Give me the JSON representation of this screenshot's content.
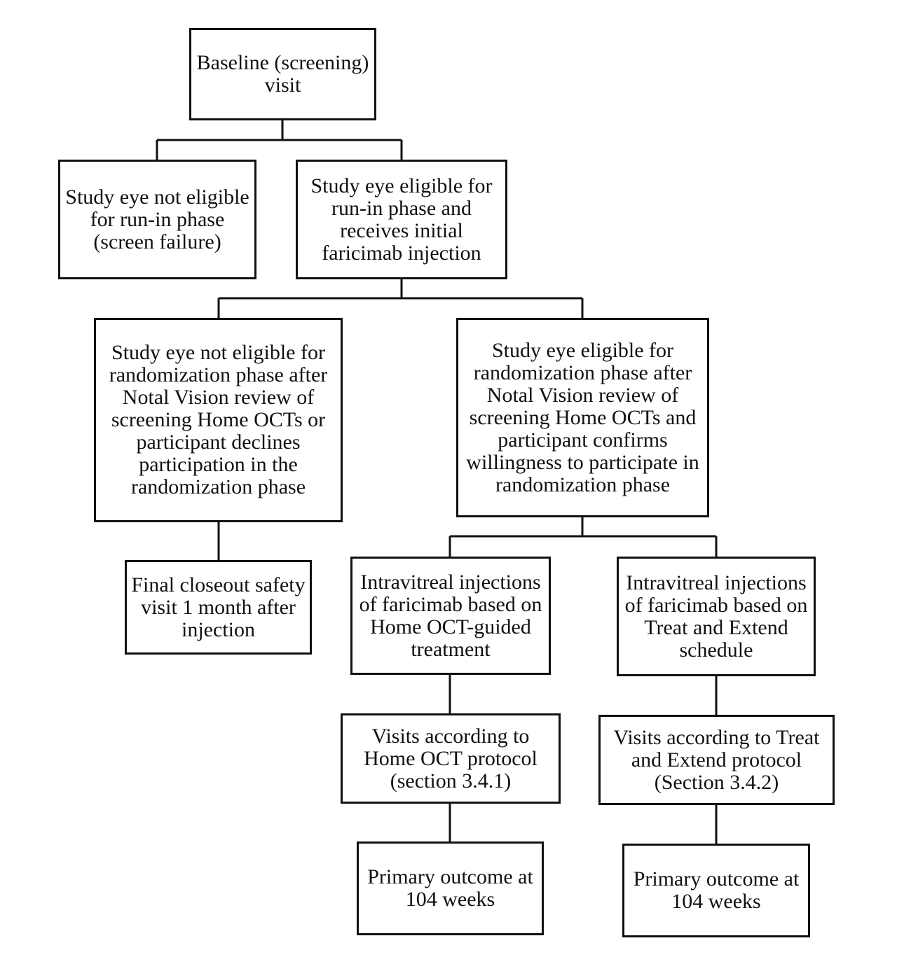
{
  "nodes": {
    "baseline": "Baseline (screening)\nvisit",
    "not_eligible_run_in": "Study eye not eligible\nfor run-in phase\n(screen failure)",
    "eligible_run_in": "Study eye eligible for\nrun-in phase and\nreceives initial\nfaricimab injection",
    "not_eligible_randomization": "Study eye not eligible for\nrandomization phase after\nNotal Vision review of\nscreening Home OCTs or\nparticipant declines\nparticipation in the\nrandomization phase",
    "eligible_randomization": "Study eye eligible for\nrandomization phase after\nNotal Vision review of\nscreening Home OCTs and\nparticipant confirms\nwillingness to participate in\nrandomization phase",
    "final_closeout": "Final closeout safety\nvisit 1 month after\ninjection",
    "injections_home_oct": "Intravitreal injections\nof faricimab based on\nHome OCT-guided\ntreatment",
    "injections_treat_extend": "Intravitreal injections\nof faricimab based on\nTreat and Extend\nschedule",
    "visits_home_oct": "Visits according to\nHome OCT protocol\n(section 3.4.1)",
    "visits_treat_extend": "Visits according to Treat\nand Extend protocol\n(Section 3.4.2)",
    "primary_outcome_home_oct": "Primary outcome at\n104 weeks",
    "primary_outcome_treat_extend": "Primary outcome at\n104 weeks"
  }
}
